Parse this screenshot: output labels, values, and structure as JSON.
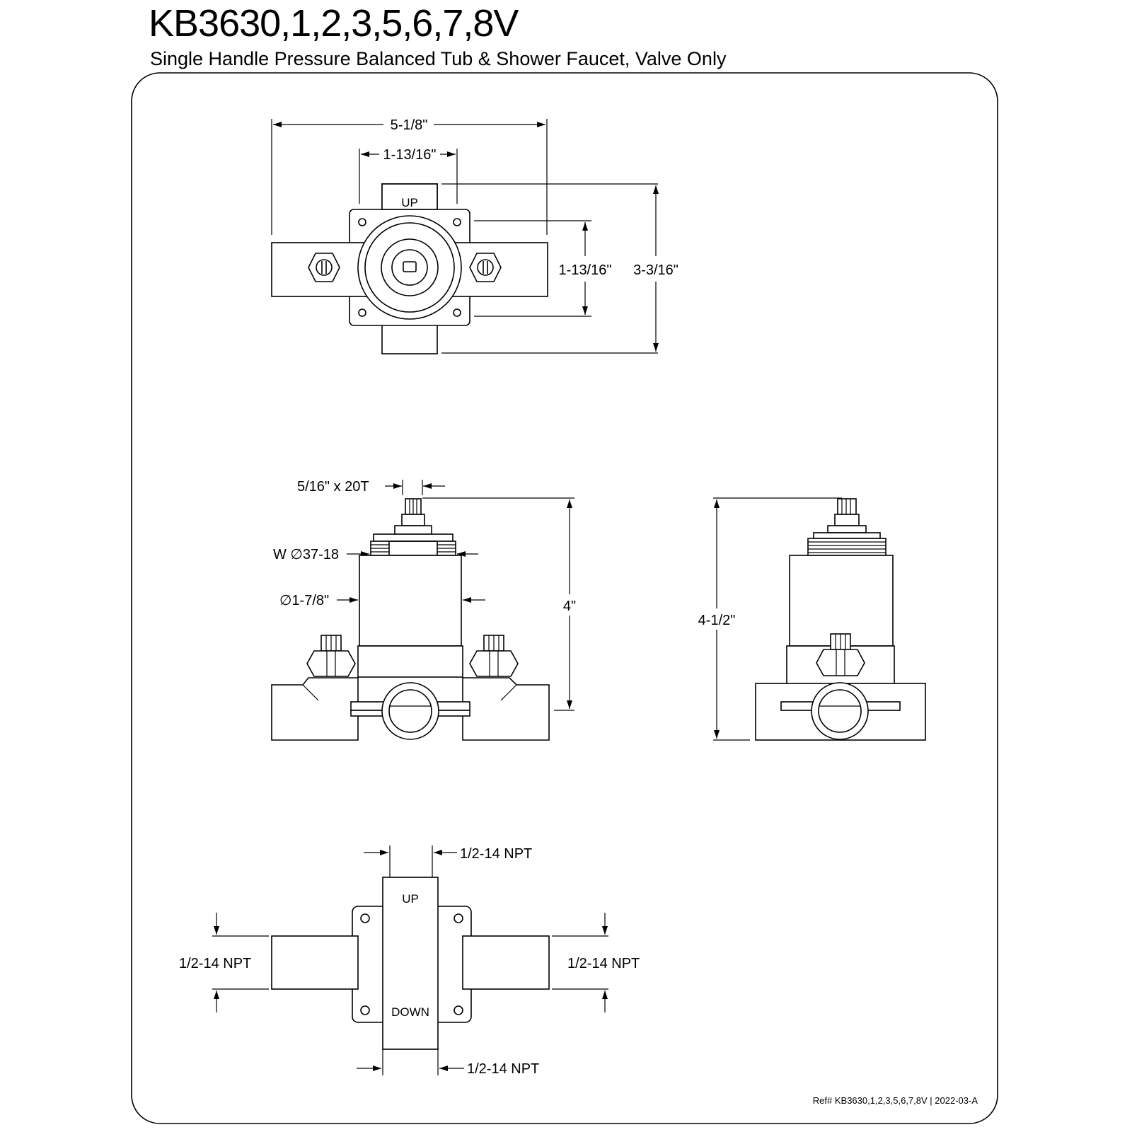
{
  "header": {
    "title": "KB3630,1,2,3,5,6,7,8V",
    "subtitle": "Single Handle Pressure Balanced Tub & Shower Faucet, Valve Only"
  },
  "top_view": {
    "overall_width": "5-1/8\"",
    "center_width": "1-13/16\"",
    "center_height": "1-13/16\"",
    "overall_height": "3-3/16\"",
    "up_label": "UP"
  },
  "front_view": {
    "stem_spec": "5/16\" x 20T",
    "thread_spec": "W ∅37-18",
    "body_diameter": "∅1-7/8\"",
    "height": "4\""
  },
  "side_view": {
    "height": "4-1/2\""
  },
  "bottom_view": {
    "up_label": "UP",
    "down_label": "DOWN",
    "top_port": "1/2-14 NPT",
    "left_port": "1/2-14 NPT",
    "right_port": "1/2-14 NPT",
    "bottom_port": "1/2-14 NPT"
  },
  "footer": {
    "reference": "Ref# KB3630,1,2,3,5,6,7,8V | 2022-03-A"
  }
}
